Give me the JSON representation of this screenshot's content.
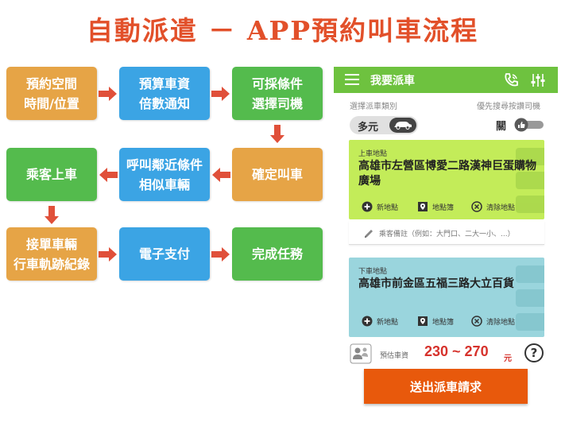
{
  "title": "自動派遣 － APP預約叫車流程",
  "flow": {
    "step1": [
      "預約空間",
      "時間/位置"
    ],
    "step2": [
      "預算車資",
      "倍數通知"
    ],
    "step3": [
      "可採條件",
      "選擇司機"
    ],
    "step4": [
      "確定叫車"
    ],
    "step5": [
      "呼叫鄰近條件",
      "相似車輛"
    ],
    "step6": [
      "乘客上車"
    ],
    "step7": [
      "接單車輛",
      "行車軌跡紀錄"
    ],
    "step8": [
      "電子支付"
    ],
    "step9": [
      "完成任務"
    ]
  },
  "colors": {
    "orange": "#e6a446",
    "blue": "#3ba4e4",
    "green": "#54bb4d",
    "arrow": "#e0503a",
    "appbar": "#6ec23f",
    "cta": "#e8590c",
    "price": "#d6322c"
  },
  "app": {
    "header_title": "我要派車",
    "icons": [
      "menu-icon",
      "phone-icon",
      "filter-sliders-icon"
    ],
    "vehicle_type_label": "選擇派車類別",
    "priority_label": "優先搜尋按讚司機",
    "vehicle_type_value": "多元",
    "priority_toggle_label": "關",
    "pickup": {
      "title": "上車地點",
      "address": "高雄市左營區博愛二路漢神巨蛋購物廣場",
      "actions": [
        "新地點",
        "地點簿",
        "清除地點"
      ]
    },
    "note_placeholder": "乘客備註（例如：大門口、二大一小、...）",
    "dropoff": {
      "title": "下車地點",
      "address": "高雄市前金區五福三路大立百貨",
      "actions": [
        "新地點",
        "地點簿",
        "清除地點"
      ]
    },
    "fare_label": "預估車資",
    "fare_value": "230 ~ 270",
    "fare_unit": "元",
    "help_symbol": "?",
    "submit_label": "送出派車請求"
  }
}
